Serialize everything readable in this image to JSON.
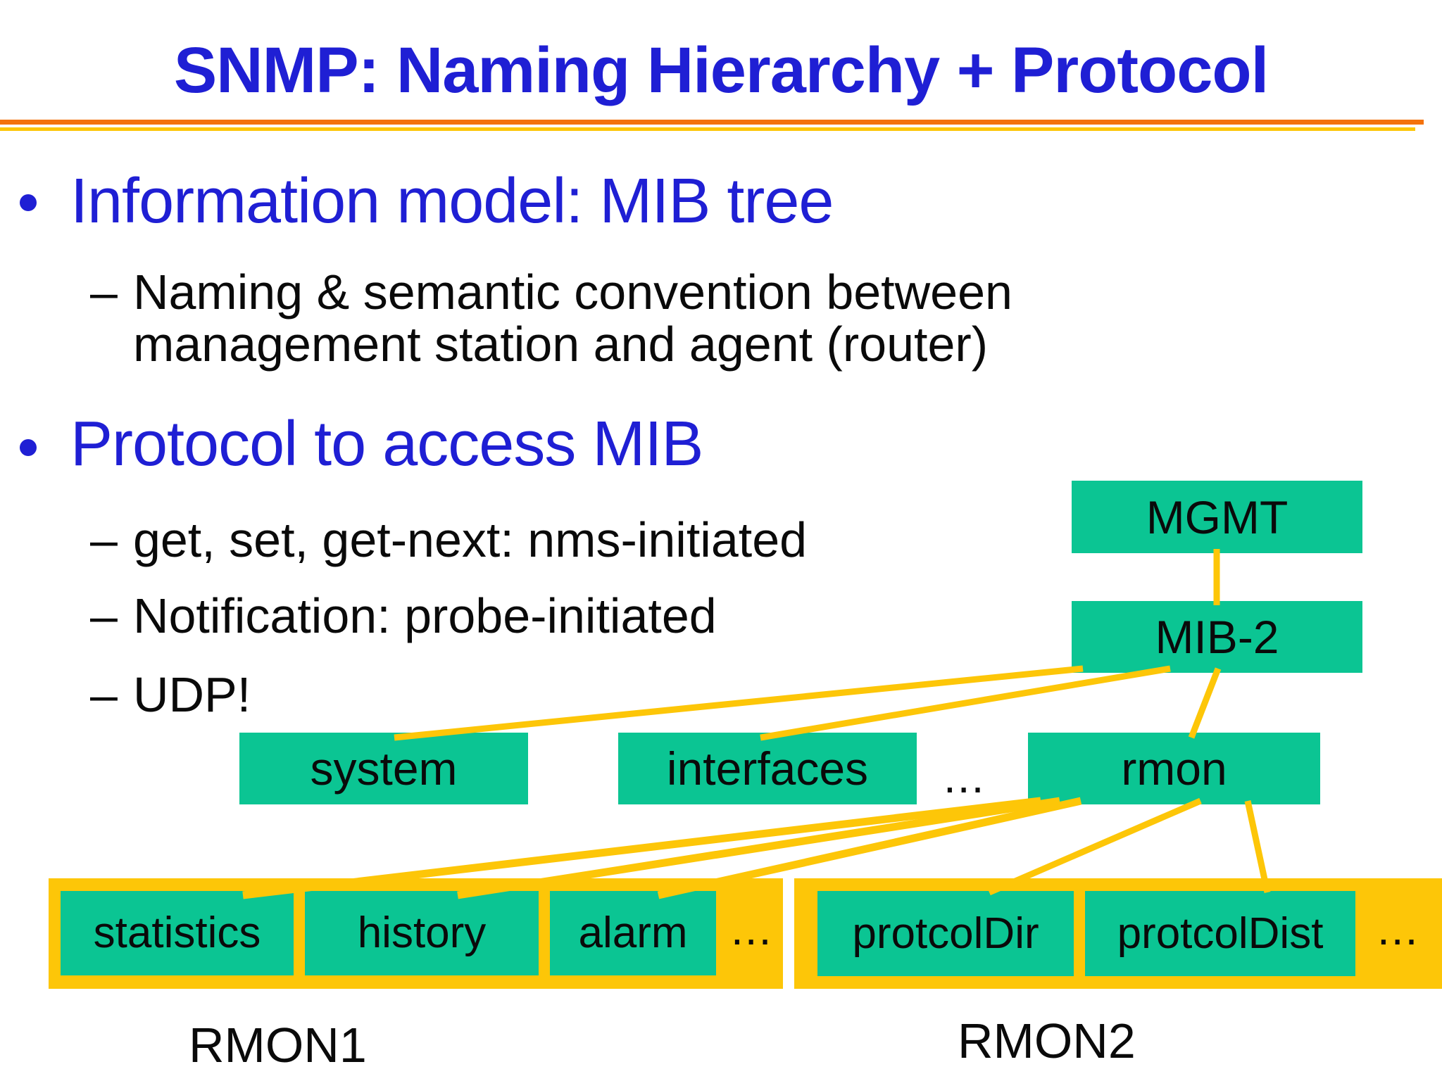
{
  "slide": {
    "title": "SNMP: Naming Hierarchy + Protocol",
    "bullets": [
      {
        "label": "Information model: MIB tree",
        "sub": [
          {
            "dash": "–",
            "lines": [
              "Naming & semantic convention between",
              "management station and agent (router)"
            ]
          }
        ]
      },
      {
        "label": "Protocol to access MIB",
        "sub": [
          {
            "dash": "–",
            "lines": [
              "get, set, get-next: nms-initiated"
            ]
          },
          {
            "dash": "–",
            "lines": [
              "Notification: probe-initiated"
            ]
          },
          {
            "dash": "–",
            "lines": [
              "UDP!"
            ]
          }
        ]
      }
    ]
  },
  "diagram": {
    "nodes": {
      "mgmt": "MGMT",
      "mib2": "MIB-2",
      "system": "system",
      "interfaces": "interfaces",
      "rmon": "rmon",
      "statistics": "statistics",
      "history": "history",
      "alarm": "alarm",
      "protcolDir": "protcolDir",
      "protcolDist": "protcolDist"
    },
    "ellipsis": "...",
    "groups": {
      "rmon1_label": "RMON1",
      "rmon2_label": "RMON2"
    }
  },
  "colors": {
    "title_blue": "#1f1fd4",
    "text_black": "#0a0a0a",
    "node_green": "#0bc593",
    "edge_yellow": "#fdc608",
    "rule_orange": "#f4720b",
    "rule_yellow": "#fdc608"
  }
}
